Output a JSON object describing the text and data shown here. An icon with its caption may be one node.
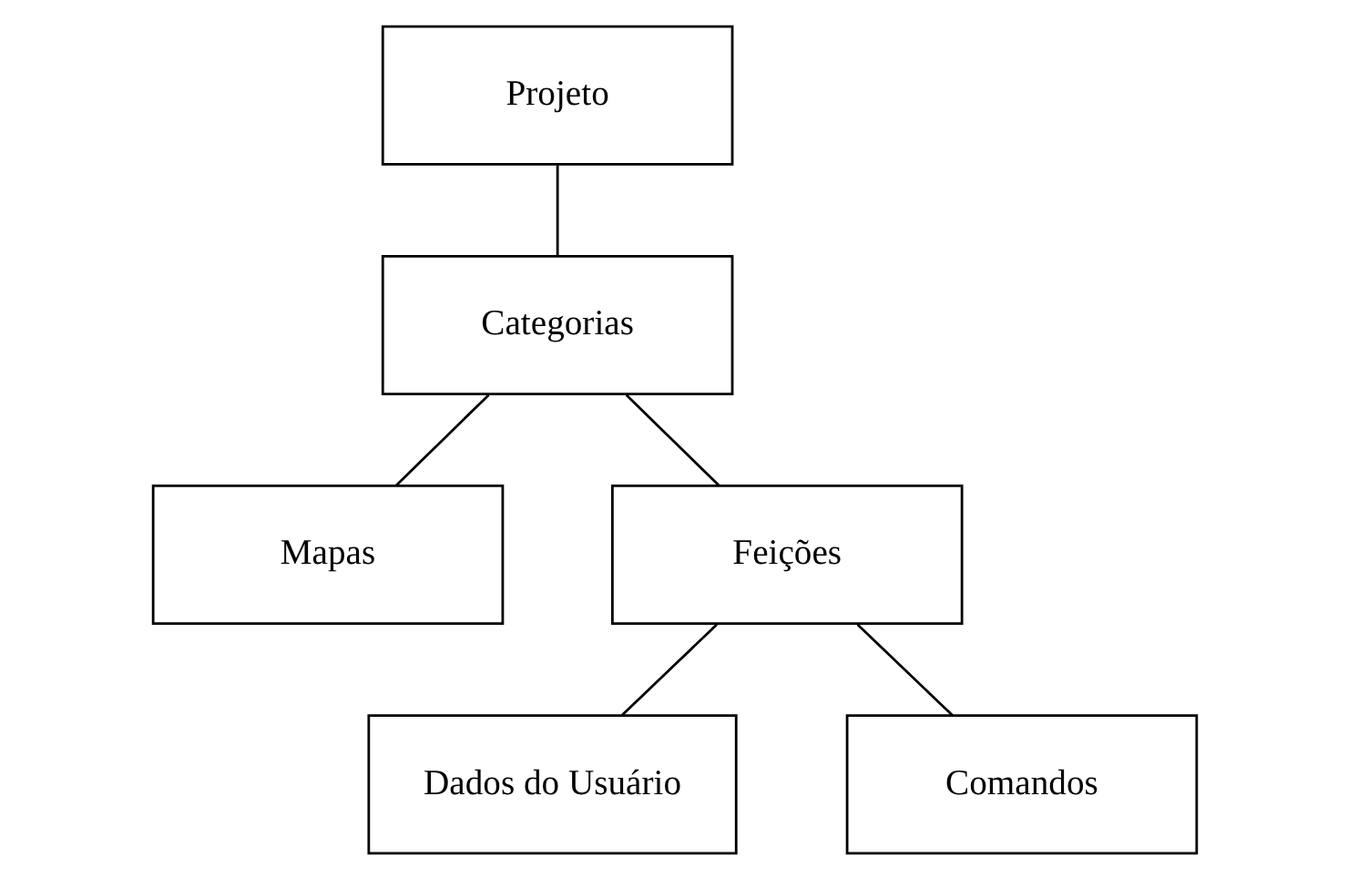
{
  "diagram": {
    "nodes": [
      {
        "text": [
          "Projeto"
        ]
      },
      {
        "text": [
          "Categorias"
        ]
      },
      {
        "text": [
          "Mapas"
        ]
      },
      {
        "text": [
          "Feições"
        ]
      },
      {
        "text": [
          "Dados do Usuário"
        ]
      },
      {
        "text": [
          "Comandos"
        ]
      }
    ],
    "edges": [
      {
        "from": 0,
        "to": 1,
        "arrow": "none"
      },
      {
        "from": 1,
        "to": 2,
        "arrow": "none"
      },
      {
        "from": 1,
        "to": 3,
        "arrow": "none"
      },
      {
        "from": 3,
        "to": 4,
        "arrow": "none"
      },
      {
        "from": 3,
        "to": 5,
        "arrow": "none"
      }
    ]
  }
}
